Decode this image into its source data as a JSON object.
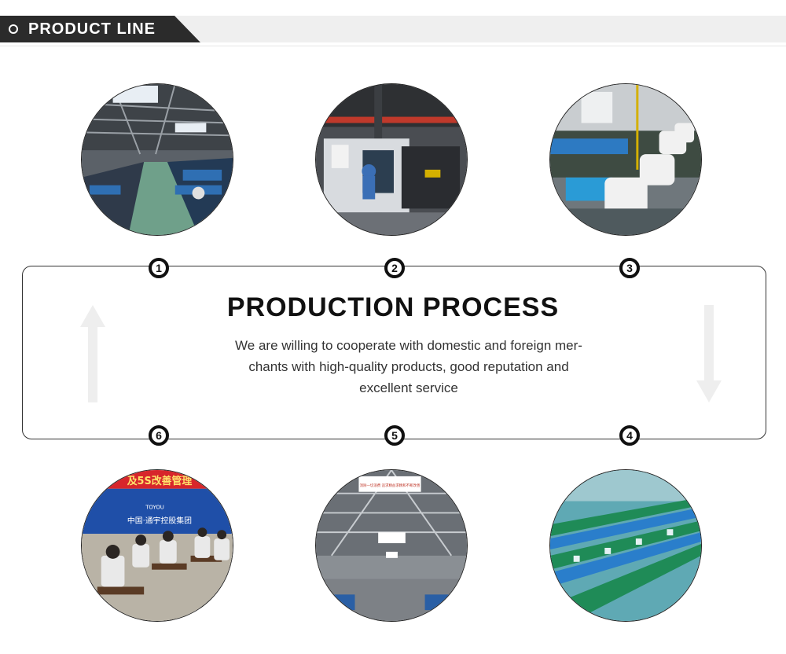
{
  "header": {
    "title": "PRODUCT LINE"
  },
  "process": {
    "title": "PRODUCTION PROCESS",
    "description_lines": [
      "We are willing to cooperate with domestic and foreign mer-",
      "chants with high-quality products, good reputation and",
      "excellent service"
    ]
  },
  "steps": [
    {
      "number": "1",
      "photo": "factory-workshop"
    },
    {
      "number": "2",
      "photo": "cnc-machining-center"
    },
    {
      "number": "3",
      "photo": "sewing-machine-assembly"
    },
    {
      "number": "4",
      "photo": "assembly-line"
    },
    {
      "number": "5",
      "photo": "warehouse-hall"
    },
    {
      "number": "6",
      "photo": "staff-meeting"
    }
  ],
  "photo_signs": {
    "meeting_banner": "及5S改善管理",
    "meeting_group": "中国·通宇控股集团",
    "meeting_logo": "TOYOU",
    "warehouse_sign": "消除一切浪费 追求精益求精和不断改善"
  },
  "colors": {
    "header_dark": "#2b2b2b",
    "header_light": "#efefef",
    "text": "#111111",
    "border": "#333333",
    "arrow": "#eeeeee"
  },
  "icons": [
    "circle-bullet-icon",
    "arrow-up-icon",
    "arrow-down-icon"
  ]
}
